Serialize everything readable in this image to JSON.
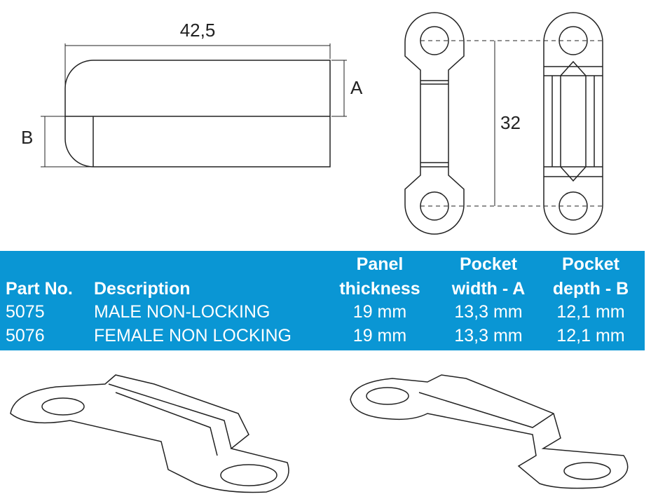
{
  "drawing": {
    "dim_length": "42,5",
    "dim_a": "A",
    "dim_b": "B",
    "dim_spacing": "32"
  },
  "table": {
    "headers": {
      "part_no": "Part No.",
      "description": "Description",
      "panel_1": "Panel",
      "panel_2": "thickness",
      "width_1": "Pocket",
      "width_2": "width - A",
      "depth_1": "Pocket",
      "depth_2": "depth - B"
    },
    "rows": [
      {
        "part_no": "5075",
        "description": "MALE NON-LOCKING",
        "panel": "19 mm",
        "width": "13,3 mm",
        "depth": "12,1 mm"
      },
      {
        "part_no": "5076",
        "description": "FEMALE NON LOCKING",
        "panel": "19 mm",
        "width": "13,3 mm",
        "depth": "12,1 mm"
      }
    ],
    "background": "#0a96d4"
  }
}
